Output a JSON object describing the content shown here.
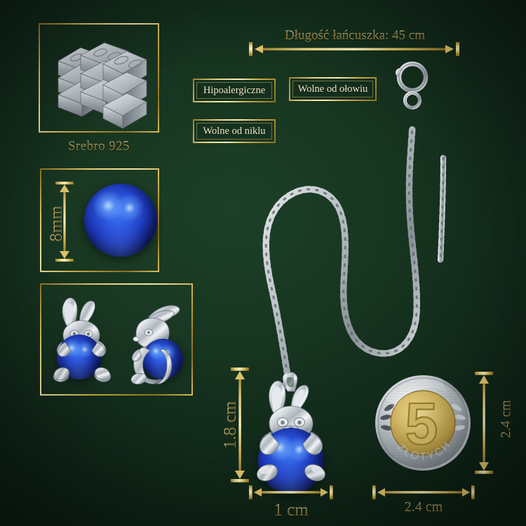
{
  "product": {
    "material_panel": {
      "caption": "Srebro 925",
      "icon": "silver-ingots-icon"
    },
    "pearl_panel": {
      "dimension": "8mm",
      "icon": "blue-pearl-icon"
    },
    "views_panel": {
      "front_view": "bunny-pendant-front-icon",
      "side_view": "bunny-pendant-side-icon"
    }
  },
  "badges": [
    {
      "label": "Hipoalergiczne"
    },
    {
      "label": "Wolne od ołowiu"
    },
    {
      "label": "Wolne od niklu"
    }
  ],
  "chain": {
    "length_label": "Długość łańcuszka: 45 cm",
    "clasp": "spring-ring-clasp-icon"
  },
  "pendant_dimensions": {
    "height": "1.8 cm",
    "width": "1 cm"
  },
  "coin_reference": {
    "denomination": "5",
    "currency_text": "ZŁOTYCH",
    "diameter_horizontal": "2.4 cm",
    "diameter_vertical": "2.4 cm"
  },
  "colors": {
    "background_dark": "#0c1f12",
    "background_mid": "#1d4028",
    "gold_light": "#f6e7a8",
    "gold_mid": "#d9bc5c",
    "gold_dark": "#8a6f20",
    "pearl_blue": "#2a55dc",
    "silver": "#c9d0d6"
  }
}
